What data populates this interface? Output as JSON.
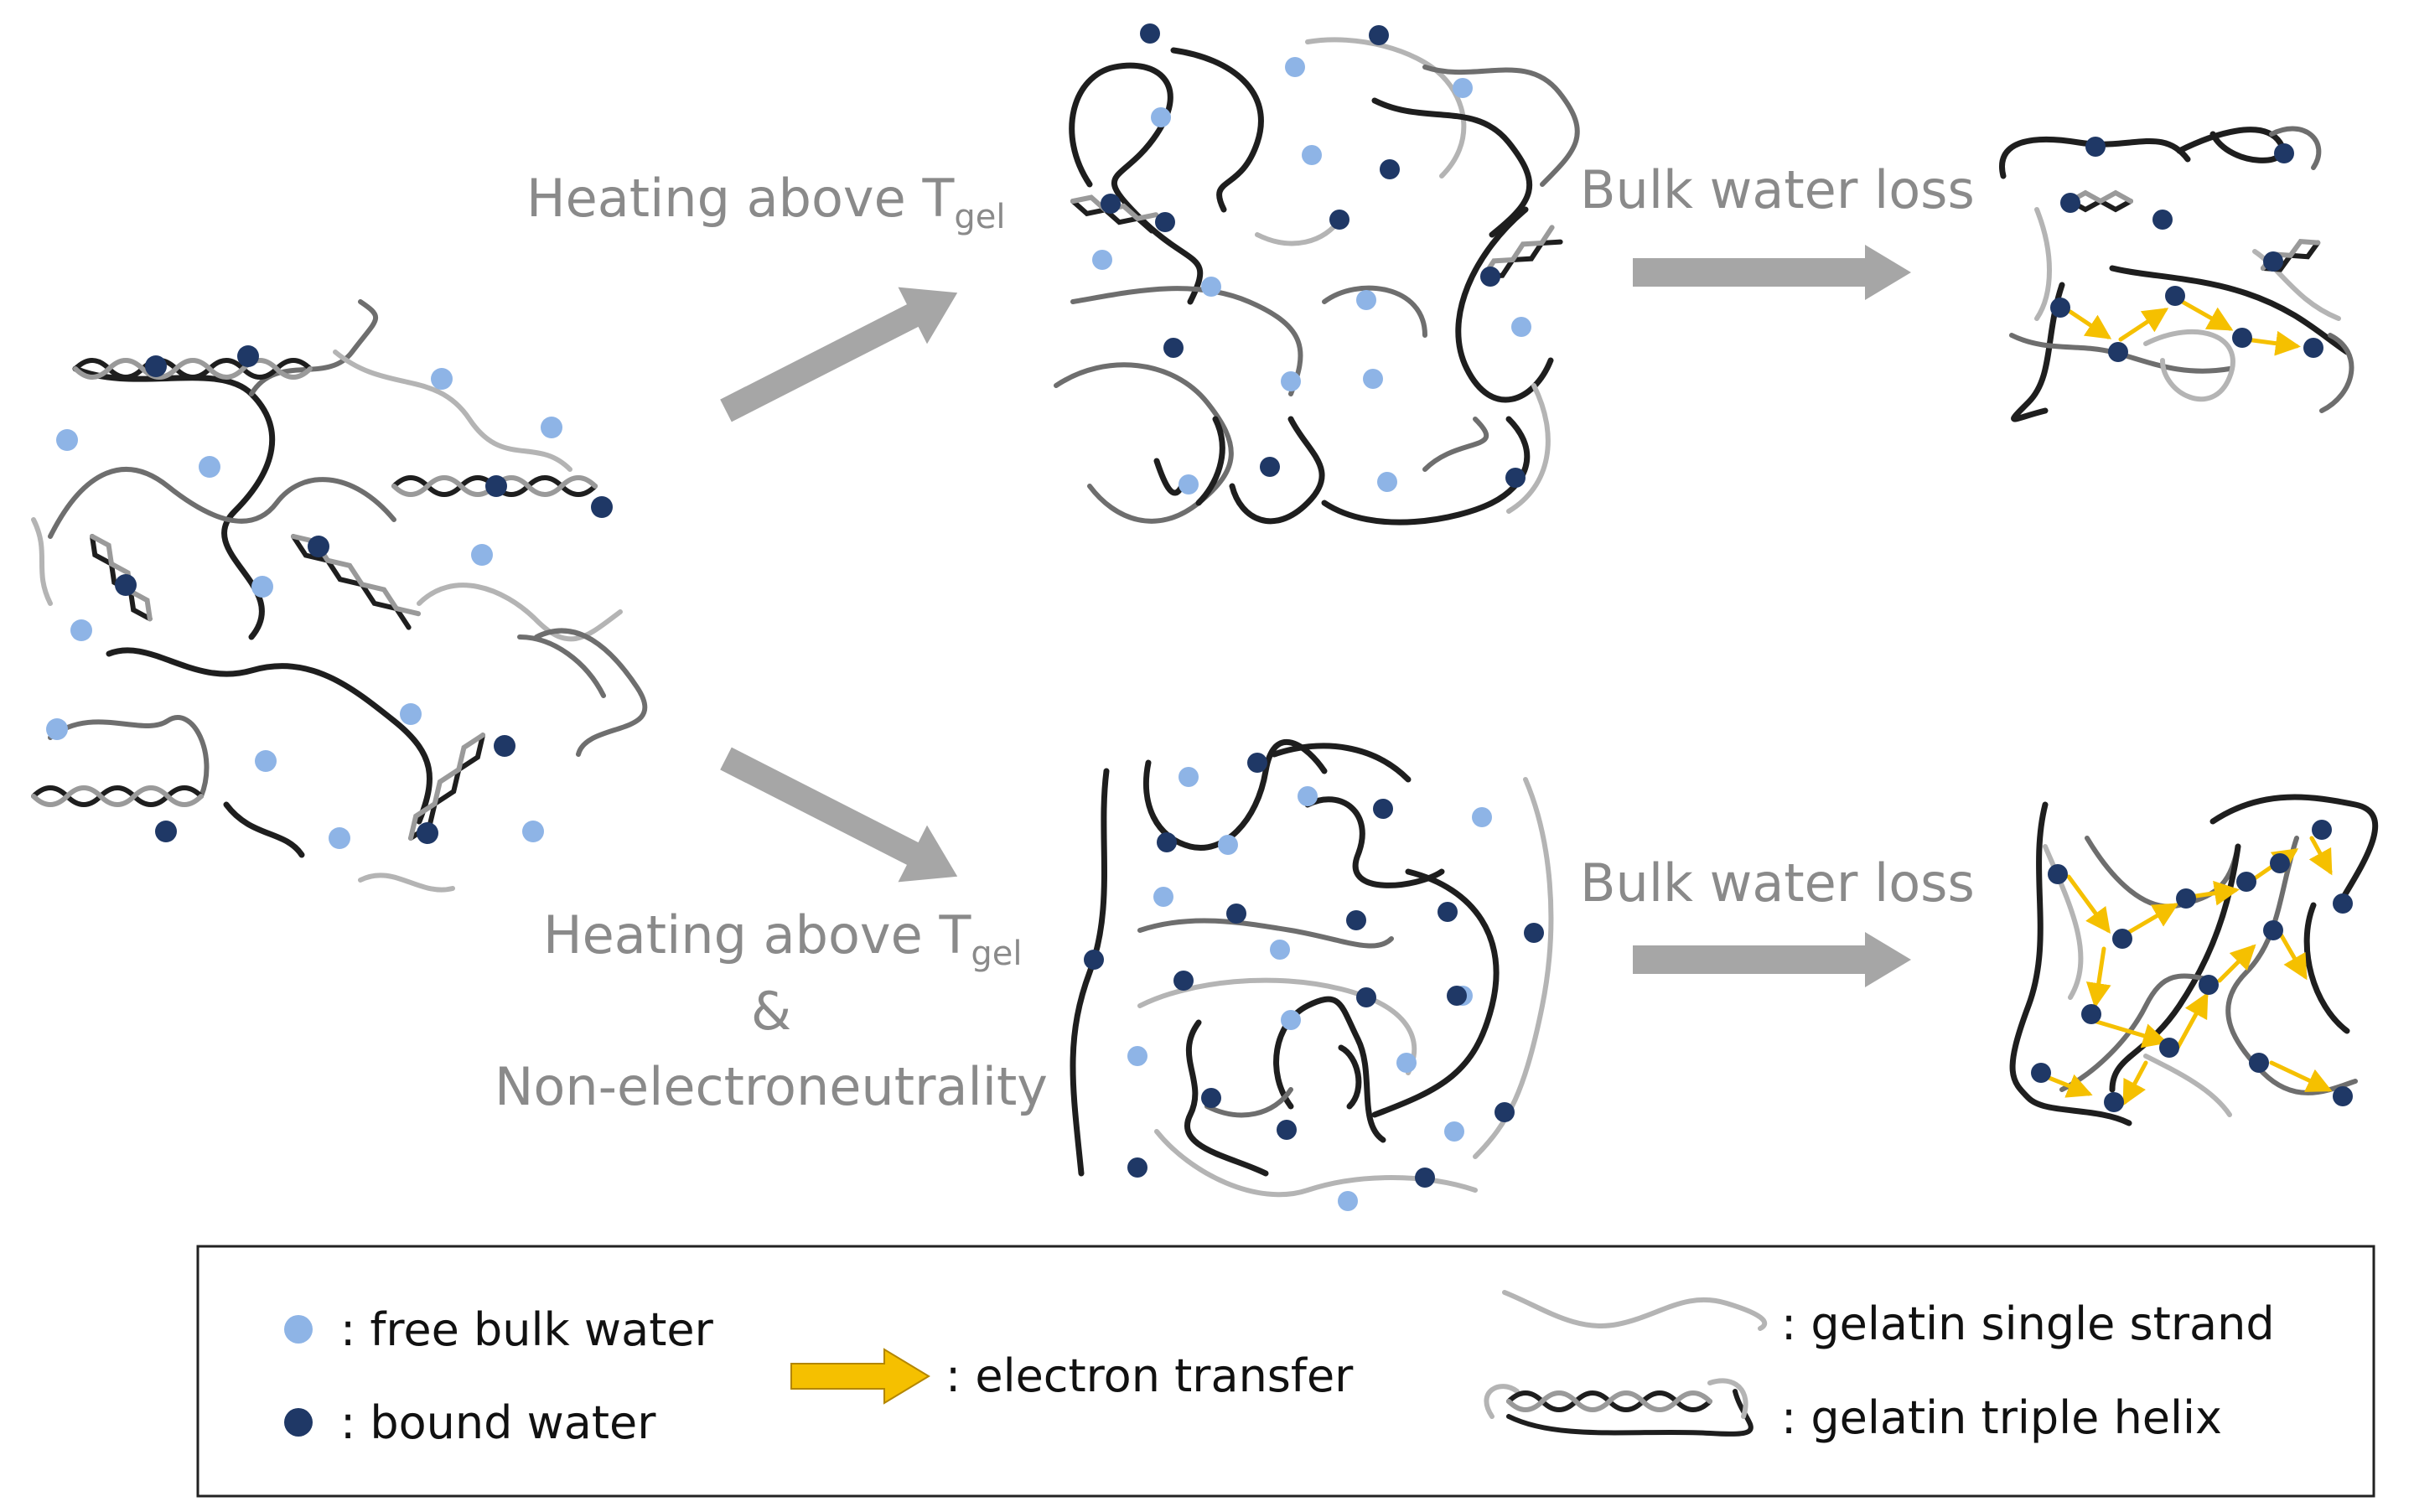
{
  "colors": {
    "free_bulk_water": "#8eb4e6",
    "bound_water": "#1f3866",
    "electron_transfer": "#f5c000",
    "strand_dark": "#1e1e1e",
    "strand_mid": "#6e6e6e",
    "strand_light": "#b4b4b4",
    "process_arrow": "#a6a6a6"
  },
  "steps": {
    "top_heating": {
      "main": "Heating above T",
      "sub": "gel"
    },
    "top_loss": "Bulk water loss",
    "bottom_heating": {
      "main": "Heating above T",
      "sub": "gel"
    },
    "bottom_and": "&",
    "bottom_condition": "Non-electroneutrality",
    "bottom_loss": "Bulk water loss"
  },
  "legend": {
    "free_bulk_water": ": free bulk water",
    "bound_water": ": bound water",
    "electron_transfer": ": electron transfer",
    "single_strand": ": gelatin single strand",
    "triple_helix": ": gelatin triple helix"
  }
}
